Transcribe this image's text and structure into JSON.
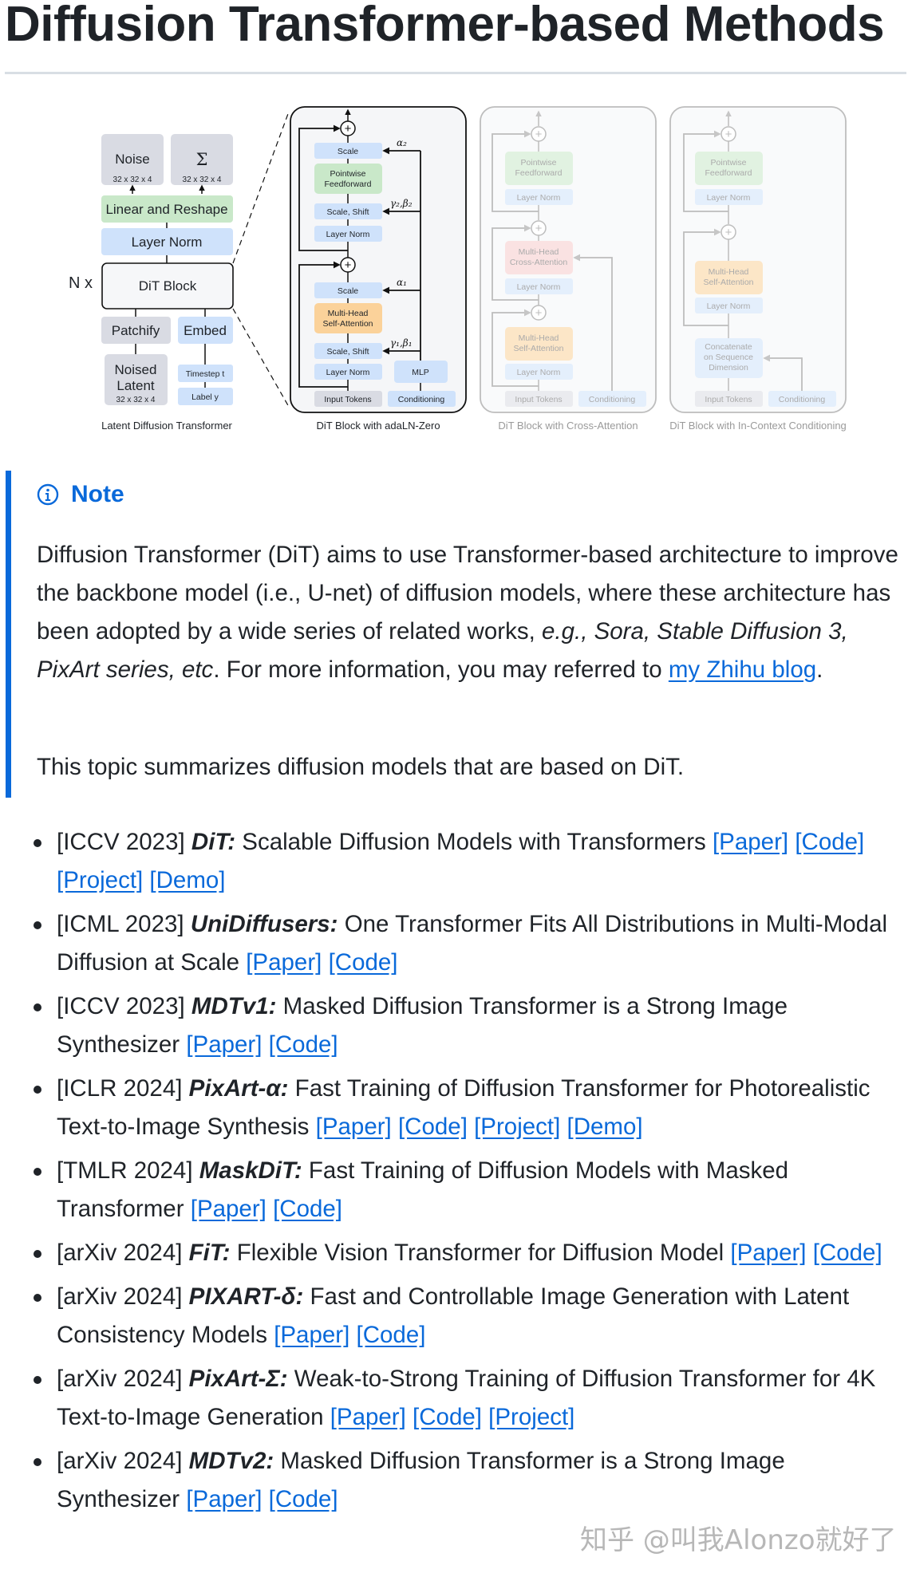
{
  "page": {
    "title": "Diffusion Transformer-based Methods"
  },
  "figure": {
    "panels": [
      {
        "caption": "Latent Diffusion Transformer",
        "blocks": {
          "noise": "Noise",
          "noise_dim": "32 x 32 x 4",
          "sigma": "Σ",
          "sigma_dim": "32 x 32 x 4",
          "linear_reshape": "Linear and Reshape",
          "layer_norm": "Layer Norm",
          "n_x": "N x",
          "dit_block": "DiT Block",
          "patchify": "Patchify",
          "embed": "Embed",
          "noised_latent_1": "Noised",
          "noised_latent_2": "Latent",
          "noised_latent_dim": "32 x 32 x 4",
          "timestep": "Timestep t",
          "label": "Label y"
        }
      },
      {
        "caption": "DiT Block with adaLN-Zero",
        "blocks": {
          "scale_top": "Scale",
          "pointwise_1": "Pointwise",
          "pointwise_2": "Feedforward",
          "scale_shift_top": "Scale, Shift",
          "layer_norm_top": "Layer Norm",
          "scale_bottom": "Scale",
          "mhsa_1": "Multi-Head",
          "mhsa_2": "Self-Attention",
          "scale_shift_bottom": "Scale, Shift",
          "layer_norm_bottom": "Layer Norm",
          "mlp": "MLP",
          "input_tokens": "Input Tokens",
          "conditioning": "Conditioning",
          "alpha2": "α₂",
          "gamma2beta2": "γ₂,β₂",
          "alpha1": "α₁",
          "gamma1beta1": "γ₁,β₁"
        }
      },
      {
        "caption": "DiT Block with Cross-Attention",
        "blocks": {
          "pointwise_1": "Pointwise",
          "pointwise_2": "Feedforward",
          "layer_norm_1": "Layer Norm",
          "mhca_1": "Multi-Head",
          "mhca_2": "Cross-Attention",
          "layer_norm_2": "Layer Norm",
          "mhsa_1": "Multi-Head",
          "mhsa_2": "Self-Attention",
          "layer_norm_3": "Layer Norm",
          "input_tokens": "Input Tokens",
          "conditioning": "Conditioning"
        }
      },
      {
        "caption": "DiT Block with In-Context Conditioning",
        "blocks": {
          "pointwise_1": "Pointwise",
          "pointwise_2": "Feedforward",
          "layer_norm_1": "Layer Norm",
          "mhsa_1": "Multi-Head",
          "mhsa_2": "Self-Attention",
          "layer_norm_2": "Layer Norm",
          "concat_1": "Concatenate",
          "concat_2": "on Sequence",
          "concat_3": "Dimension",
          "input_tokens": "Input Tokens",
          "conditioning": "Conditioning"
        }
      }
    ]
  },
  "note": {
    "title": "Note",
    "icon": "info-circle-icon",
    "p1_a": "Diffusion Transformer (DiT) aims to use Transformer-based architecture to improve the backbone model (i.e., U-net) of diffusion models, where these architecture has been adopted by a wide series of related works, ",
    "p1_em": "e.g., Sora, Stable Diffusion 3, PixArt series, etc",
    "p1_b": ". For more information, you may referred to ",
    "p1_link": "my Zhihu blog",
    "p1_c": ".",
    "p2": "This topic summarizes diffusion models that are based on DiT."
  },
  "list": [
    {
      "venue": "[ICCV 2023]",
      "name": "DiT:",
      "title": "Scalable Diffusion Models with Transformers",
      "links": [
        "[Paper]",
        "[Code]",
        "[Project]",
        "[Demo]"
      ]
    },
    {
      "venue": "[ICML 2023]",
      "name": "UniDiffusers:",
      "title": "One Transformer Fits All Distributions in Multi-Modal Diffusion at Scale",
      "links": [
        "[Paper]",
        "[Code]"
      ]
    },
    {
      "venue": "[ICCV 2023]",
      "name": "MDTv1:",
      "title": "Masked Diffusion Transformer is a Strong Image Synthesizer",
      "links": [
        "[Paper]",
        "[Code]"
      ]
    },
    {
      "venue": "[ICLR 2024]",
      "name": "PixArt-α:",
      "title": "Fast Training of Diffusion Transformer for Photorealistic Text-to-Image Synthesis",
      "links": [
        "[Paper]",
        "[Code]",
        "[Project]",
        "[Demo]"
      ]
    },
    {
      "venue": "[TMLR 2024]",
      "name": "MaskDiT:",
      "title": "Fast Training of Diffusion Models with Masked Transformer",
      "links": [
        "[Paper]",
        "[Code]"
      ]
    },
    {
      "venue": "[arXiv 2024]",
      "name": "FiT:",
      "title": "Flexible Vision Transformer for Diffusion Model",
      "links": [
        "[Paper]",
        "[Code]"
      ]
    },
    {
      "venue": "[arXiv 2024]",
      "name": "PIXART-δ:",
      "title": "Fast and Controllable Image Generation with Latent Consistency Models",
      "links": [
        "[Paper]",
        "[Code]"
      ]
    },
    {
      "venue": "[arXiv 2024]",
      "name": "PixArt-Σ:",
      "title": "Weak-to-Strong Training of Diffusion Transformer for 4K Text-to-Image Generation",
      "links": [
        "[Paper]",
        "[Code]",
        "[Project]"
      ]
    },
    {
      "venue": "[arXiv 2024]",
      "name": "MDTv2:",
      "title": "Masked Diffusion Transformer is a Strong Image Synthesizer",
      "links": [
        "[Paper]",
        "[Code]"
      ]
    }
  ],
  "watermark": "知乎 @叫我Alonzo就好了",
  "colors": {
    "accent": "#0969da",
    "text": "#1f2328",
    "rule": "#d8dee4",
    "block_blue": "#cfe2fb",
    "block_gray": "#d9dbe3",
    "block_green": "#c9e8c9",
    "block_orange": "#fbd29a",
    "block_pink": "#f7cccc"
  }
}
